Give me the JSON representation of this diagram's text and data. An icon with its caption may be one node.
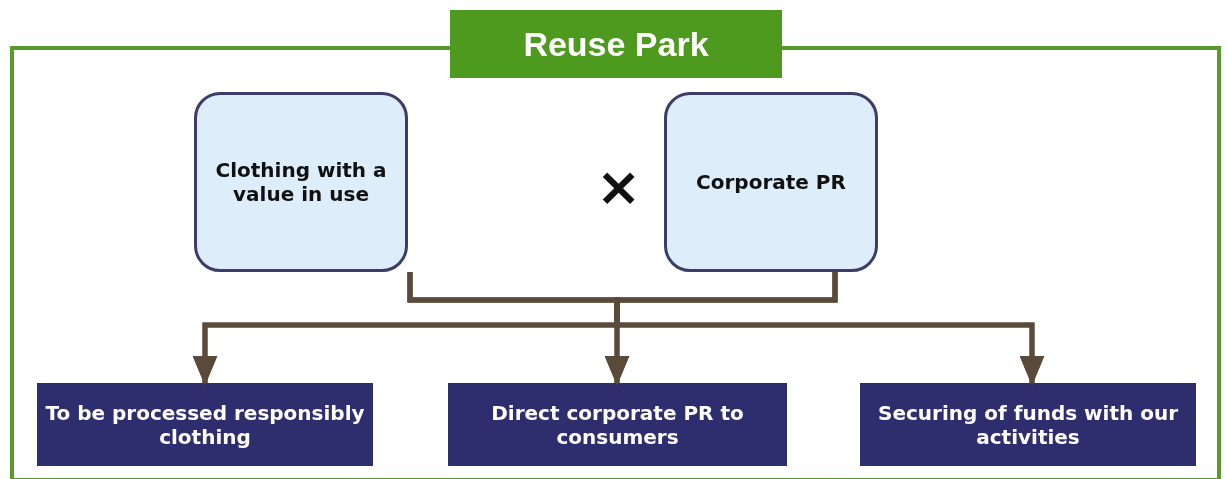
{
  "diagram": {
    "nodes": [
      {
        "text": [
          "Reuse Park"
        ]
      },
      {
        "text": [
          "Clothing with a value in use"
        ],
        "in": 0
      },
      {
        "text": [
          "Corporate PR"
        ],
        "in": 0
      },
      {
        "text": [
          "To be processed responsibly clothing"
        ],
        "in": 0
      },
      {
        "text": [
          "Direct corporate PR to consumers"
        ],
        "in": 0
      },
      {
        "text": [
          "Securing of funds with our activities"
        ],
        "in": 0
      }
    ],
    "edges": [
      {
        "from": 1,
        "to": 3,
        "arrow": "to"
      },
      {
        "from": 1,
        "to": 4,
        "arrow": "to"
      },
      {
        "from": 1,
        "to": 5,
        "arrow": "to"
      },
      {
        "from": 2,
        "to": 3,
        "arrow": "to"
      },
      {
        "from": 2,
        "to": 4,
        "arrow": "to"
      },
      {
        "from": 2,
        "to": 5,
        "arrow": "to"
      }
    ],
    "labels": [
      "×"
    ]
  }
}
